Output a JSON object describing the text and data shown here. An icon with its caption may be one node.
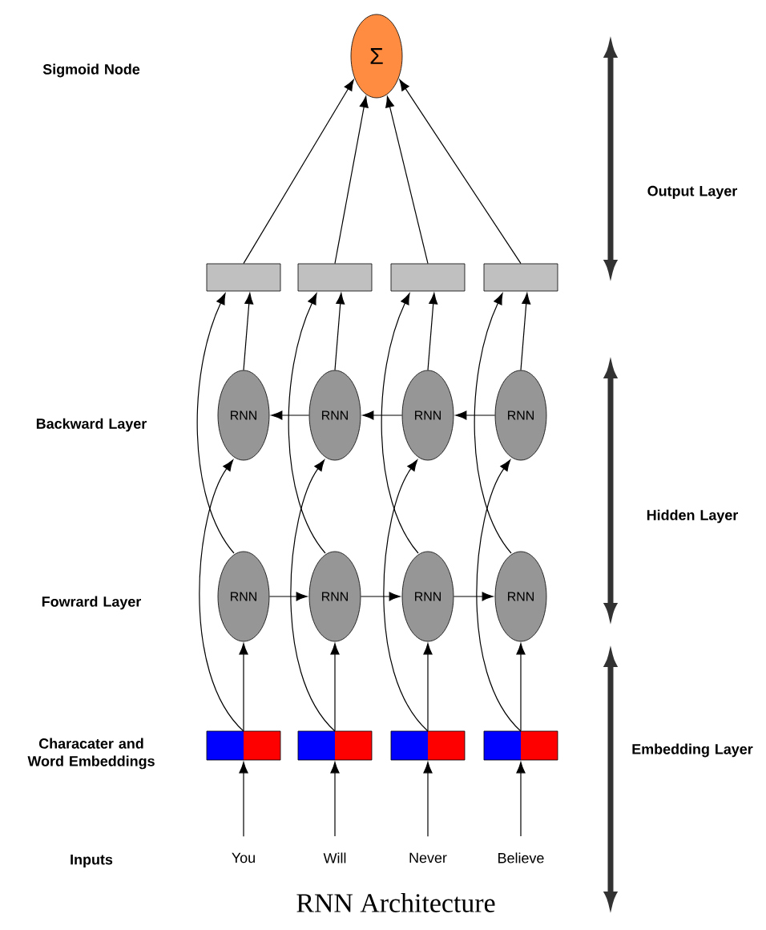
{
  "diagram": {
    "caption": "RNN Architecture",
    "nodes": [
      {
        "text": [
          "Σ"
        ]
      },
      {
        "text": [],
        "shape": "box"
      },
      {
        "text": [],
        "shape": "box"
      },
      {
        "text": [],
        "shape": "box"
      },
      {
        "text": [],
        "shape": "box"
      },
      {
        "text": [
          "RNN"
        ]
      },
      {
        "text": [
          "RNN"
        ]
      },
      {
        "text": [
          "RNN"
        ]
      },
      {
        "text": [
          "RNN"
        ]
      },
      {
        "text": [
          "RNN"
        ]
      },
      {
        "text": [
          "RNN"
        ]
      },
      {
        "text": [
          "RNN"
        ]
      },
      {
        "text": [
          "RNN"
        ]
      },
      {
        "text": [],
        "shape": "bar"
      },
      {
        "text": [],
        "shape": "bar"
      },
      {
        "text": [],
        "shape": "bar"
      },
      {
        "text": [],
        "shape": "bar"
      },
      {
        "text": [
          "You"
        ]
      },
      {
        "text": [
          "Will"
        ]
      },
      {
        "text": [
          "Never"
        ]
      },
      {
        "text": [
          "Believe"
        ]
      }
    ],
    "edges": [
      {
        "from": 1,
        "to": 0,
        "arrow": "to"
      },
      {
        "from": 2,
        "to": 0,
        "arrow": "to"
      },
      {
        "from": 3,
        "to": 0,
        "arrow": "to"
      },
      {
        "from": 4,
        "to": 0,
        "arrow": "to"
      },
      {
        "from": 5,
        "to": 1,
        "arrow": "to"
      },
      {
        "from": 6,
        "to": 2,
        "arrow": "to"
      },
      {
        "from": 7,
        "to": 3,
        "arrow": "to"
      },
      {
        "from": 8,
        "to": 4,
        "arrow": "to"
      },
      {
        "from": 6,
        "to": 5,
        "arrow": "to"
      },
      {
        "from": 7,
        "to": 6,
        "arrow": "to"
      },
      {
        "from": 8,
        "to": 7,
        "arrow": "to"
      },
      {
        "from": 9,
        "to": 1,
        "arrow": "to"
      },
      {
        "from": 10,
        "to": 2,
        "arrow": "to"
      },
      {
        "from": 11,
        "to": 3,
        "arrow": "to"
      },
      {
        "from": 12,
        "to": 4,
        "arrow": "to"
      },
      {
        "from": 9,
        "to": 10,
        "arrow": "to"
      },
      {
        "from": 10,
        "to": 11,
        "arrow": "to"
      },
      {
        "from": 11,
        "to": 12,
        "arrow": "to"
      },
      {
        "from": 13,
        "to": 5,
        "arrow": "to"
      },
      {
        "from": 14,
        "to": 6,
        "arrow": "to"
      },
      {
        "from": 15,
        "to": 7,
        "arrow": "to"
      },
      {
        "from": 16,
        "to": 8,
        "arrow": "to"
      },
      {
        "from": 13,
        "to": 9,
        "arrow": "to"
      },
      {
        "from": 14,
        "to": 10,
        "arrow": "to"
      },
      {
        "from": 15,
        "to": 11,
        "arrow": "to"
      },
      {
        "from": 16,
        "to": 12,
        "arrow": "to"
      },
      {
        "from": 17,
        "to": 13,
        "arrow": "to"
      },
      {
        "from": 18,
        "to": 14,
        "arrow": "to"
      },
      {
        "from": 19,
        "to": 15,
        "arrow": "to"
      },
      {
        "from": 20,
        "to": 16,
        "arrow": "to"
      }
    ],
    "labels": [
      "Sigmoid Node",
      "Output Layer",
      "Backward Layer",
      "Hidden Layer",
      "Fowrard Layer",
      "Characater and Word Embeddings",
      "Embedding Layer",
      "Inputs"
    ]
  }
}
